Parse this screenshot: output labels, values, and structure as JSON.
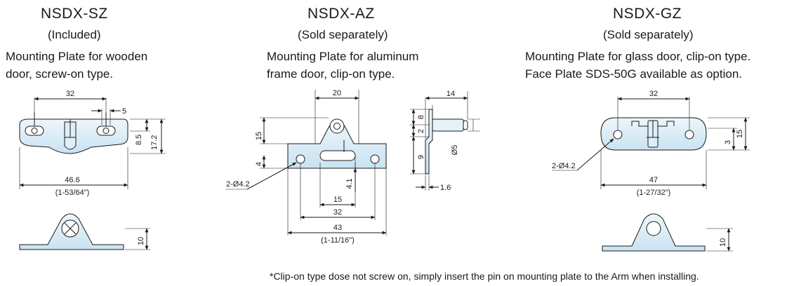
{
  "products": [
    {
      "model": "NSDX-SZ",
      "availability": "(Included)",
      "description_line1": "Mounting Plate for wooden",
      "description_line2": "door, screw-on type.",
      "dims": {
        "width_top": "32",
        "slot": "5",
        "height_a": "8.5",
        "height_b": "17.2",
        "width_total": "46.6",
        "width_total_inch": "(1-53/64\")",
        "side_height": "10"
      }
    },
    {
      "model": "NSDX-AZ",
      "availability": "(Sold separately)",
      "description_line1": "Mounting Plate for aluminum",
      "description_line2": "frame door, clip-on type.",
      "dims": {
        "width_top": "20",
        "height_15": "15",
        "height_4": "4",
        "holes": "2-Ø4.2",
        "height_41": "4.1",
        "width_15": "15",
        "width_32": "32",
        "width_total": "43",
        "width_total_inch": "(1-11/16\")",
        "side_width": "14",
        "side_8": "8",
        "side_2": "2",
        "side_9": "9",
        "pin_dia": "Ø5",
        "thickness": "1.6"
      }
    },
    {
      "model": "NSDX-GZ",
      "availability": "(Sold separately)",
      "description_line1": "Mounting Plate for glass door, clip-on type.",
      "description_line2": "Face Plate SDS-50G available as option.",
      "dims": {
        "width_top": "32",
        "holes": "2-Ø4.2",
        "height_3": "3",
        "height_15": "15",
        "width_total": "47",
        "width_total_inch": "(1-27/32\")",
        "side_height": "10"
      }
    }
  ],
  "footnote": "*Clip-on type dose not screw on, simply insert the pin on mounting plate to the Arm when installing."
}
